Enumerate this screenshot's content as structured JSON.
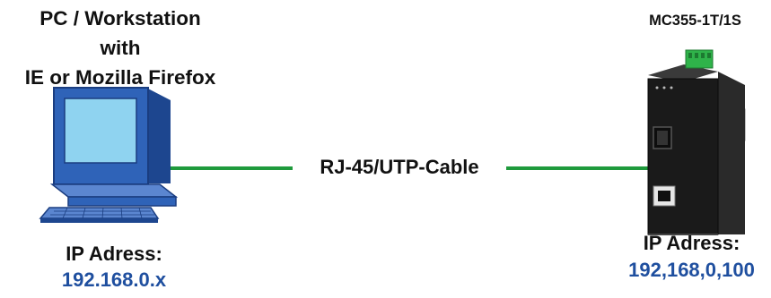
{
  "pc": {
    "title_lines": [
      "PC / Workstation",
      "with",
      "IE or Mozilla Firefox"
    ],
    "ip_label": "IP Adress:",
    "ip_value": "192.168.0.x"
  },
  "device": {
    "model": "MC355-1T/1S",
    "ip_label": "IP Adress:",
    "ip_value": "192,168,0,100"
  },
  "cable": {
    "label": "RJ-45/UTP-Cable",
    "color": "#1f9a3c"
  },
  "colors": {
    "ip_value": "#1f4f9f",
    "pc_screen": "#8fd3f0",
    "pc_body": "#2f63b8",
    "device_body": "#1a1a1a",
    "terminal_block": "#2fb34a"
  },
  "icons": {
    "pc": "computer-icon",
    "device": "media-converter-icon"
  }
}
